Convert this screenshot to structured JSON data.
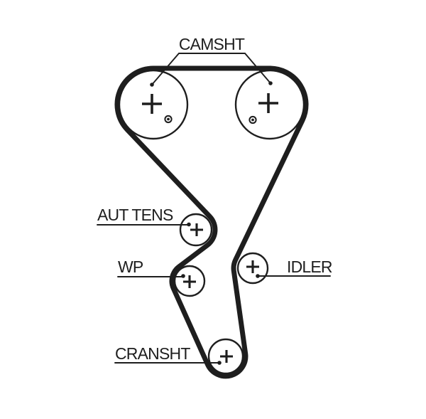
{
  "diagram": {
    "type": "timing-belt-routing-diagram",
    "colors": {
      "ink": "#1e1e1e",
      "background": "#ffffff"
    }
  },
  "labels": {
    "camshaft": "CAMSHT",
    "tensioner": "AUT TENS",
    "water_pump": "WP",
    "idler": "IDLER",
    "crankshaft": "CRANSHT"
  },
  "components": [
    {
      "name": "camshaft-pulley-left",
      "label": "CAMSHT",
      "marks": [
        "center-cross",
        "timing-mark"
      ]
    },
    {
      "name": "camshaft-pulley-right",
      "label": "CAMSHT",
      "marks": [
        "center-cross",
        "timing-mark"
      ]
    },
    {
      "name": "automatic-tensioner",
      "label": "AUT TENS",
      "marks": [
        "center-cross"
      ]
    },
    {
      "name": "water-pump",
      "label": "WP",
      "marks": [
        "center-cross"
      ]
    },
    {
      "name": "idler-pulley",
      "label": "IDLER",
      "marks": [
        "center-cross"
      ]
    },
    {
      "name": "crankshaft-pulley",
      "label": "CRANSHT",
      "marks": [
        "center-cross"
      ]
    }
  ]
}
